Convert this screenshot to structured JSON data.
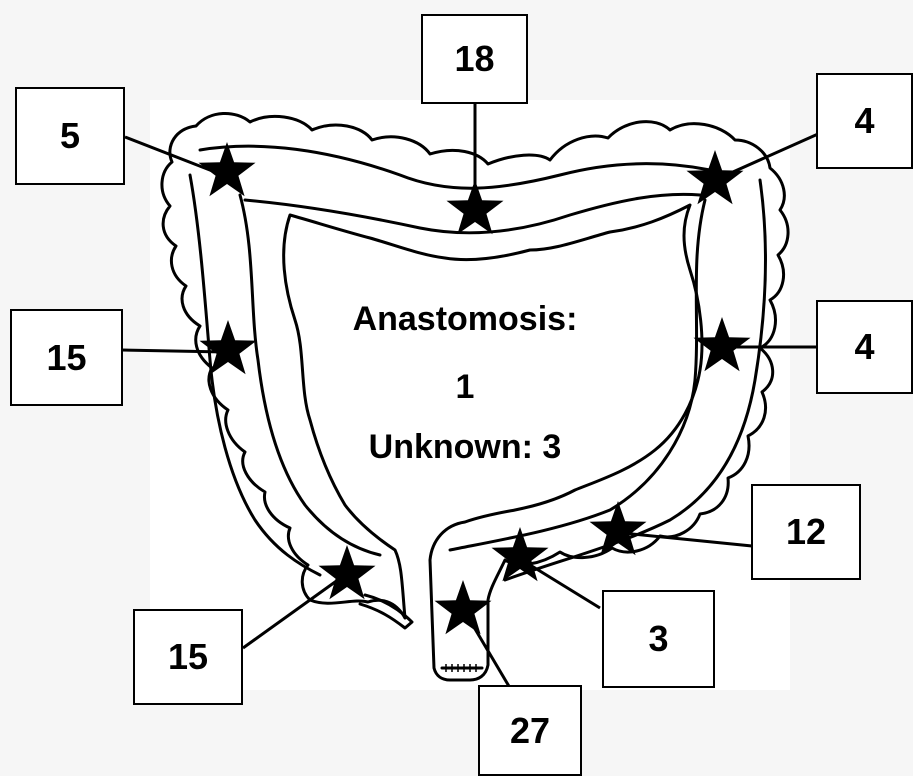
{
  "center": {
    "line1": "Anastomosis:",
    "line2": "1",
    "line3": "Unknown: 3"
  },
  "labels": {
    "transverse_mid": "18",
    "hepatic_flexure": "5",
    "splenic_flexure": "4",
    "descending_upper": "4",
    "ascending": "15",
    "descending_lower": "12",
    "cecum": "15",
    "sigmoid": "3",
    "rectum": "27"
  },
  "colors": {
    "background": "#f6f6f6",
    "panel": "#ffffff",
    "ink": "#000000",
    "star": "#000000"
  }
}
